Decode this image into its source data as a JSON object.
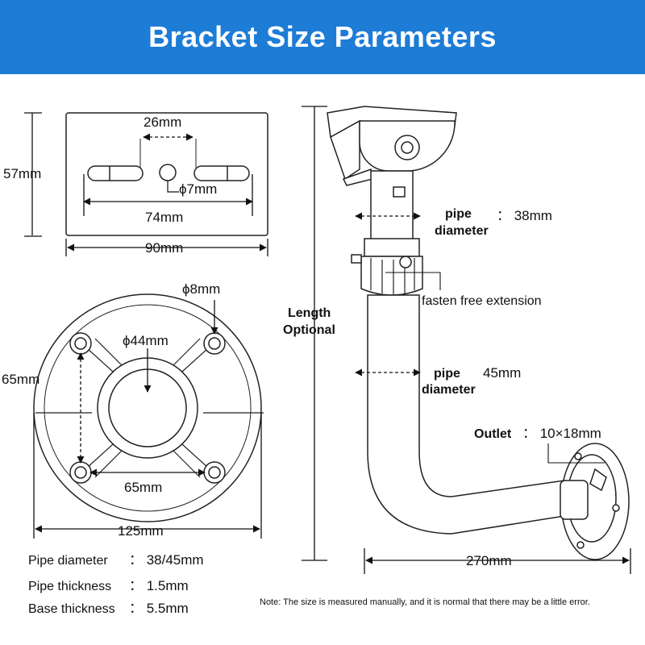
{
  "header": {
    "title": "Bracket Size Parameters",
    "color": "#1d7cd6"
  },
  "plate": {
    "slot_spacing": "26mm",
    "hole_diameter": "ϕ7mm",
    "slot_span": "74mm",
    "width": "90mm",
    "height": "57mm"
  },
  "base": {
    "bolt_hole": "ϕ8mm",
    "center_hole": "ϕ44mm",
    "hole_spacing_v": "65mm",
    "hole_spacing_h": "65mm",
    "diameter": "125mm"
  },
  "bracket": {
    "length_label_1": "Length",
    "length_label_2": "Optional",
    "pipe_top_label_1": "pipe",
    "pipe_top_label_2": "diameter",
    "pipe_top_value": "： 38mm",
    "fasten_label": "fasten free extension",
    "pipe_bottom_label_1": "pipe",
    "pipe_bottom_label_2": "diameter",
    "pipe_bottom_value": "45mm",
    "outlet_label": "Outlet",
    "outlet_value": "： 10×18mm",
    "reach": "270mm"
  },
  "specs": [
    {
      "label": "Pipe diameter",
      "value": "： 38/45mm"
    },
    {
      "label": "Pipe thickness",
      "value": "： 1.5mm"
    },
    {
      "label": "Base thickness",
      "value": "： 5.5mm"
    }
  ],
  "note": "Note: The size is measured manually, and it is normal that there may be a little error."
}
